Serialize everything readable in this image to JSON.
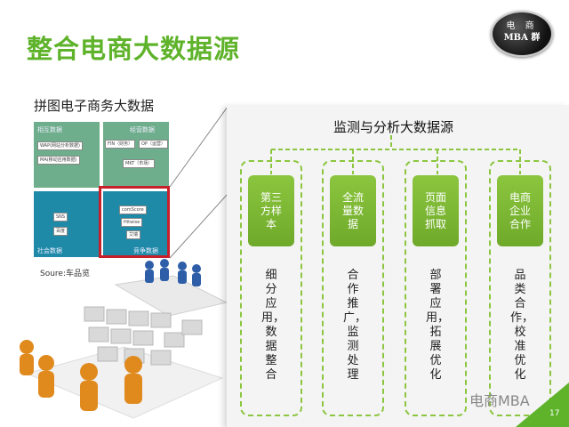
{
  "title": "整合电商大数据源",
  "logo": {
    "line1": "电 商",
    "line2": "MBA 群"
  },
  "left": {
    "heading": "拼图电子商务大数据",
    "quadrants": {
      "q1_label": "相互数据",
      "q1_box1": "WAP(网站分析数据)",
      "q1_box2": "MA(移动应用数据)",
      "q2_label": "经营数据",
      "q2_box1": "FIN（财务）",
      "q2_box2": "OP（运营）",
      "q2_box3": "MKT（市场）",
      "q3_label": "社会数据",
      "q3_box1": "SNS",
      "q3_box2": "百度",
      "q4_label": "竞争数据",
      "q4_box1": "comScore",
      "q4_box2": "Hitwise",
      "q4_box3": "艾瑞"
    },
    "source": "Soure:车品览"
  },
  "right": {
    "heading": "监测与分析大数据源",
    "columns": [
      {
        "title": "第三方样本",
        "desc": "细分应用，数据整合"
      },
      {
        "title": "全流量数据",
        "desc": "合作推广，监测处理"
      },
      {
        "title": "页面信息抓取",
        "desc": "部署应用，拓展优化"
      },
      {
        "title": "电商企业合作",
        "desc": "品类合作，校准优化"
      }
    ]
  },
  "watermark": "电商MBA",
  "page_number": "17",
  "colors": {
    "accent_green": "#5fb32b",
    "box_green": "#8cc63f",
    "frame_red": "#c8202a"
  }
}
